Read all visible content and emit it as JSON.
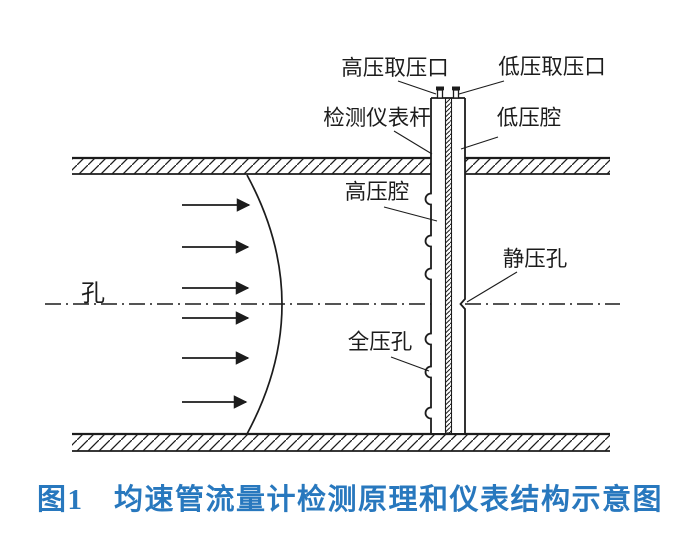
{
  "figure": {
    "caption": "图1　均速管流量计检测原理和仪表结构示意图",
    "caption_color": "#2878be",
    "ink_color": "#1c1c1c"
  },
  "labels": {
    "high_pressure_tap": "高压取压口",
    "low_pressure_tap": "低压取压口",
    "probe_rod": "检测仪表杆",
    "low_pressure_chamber": "低压腔",
    "high_pressure_chamber": "高压腔",
    "static_pressure_hole": "静压孔",
    "hole": "孔",
    "total_pressure_hole": "全压孔"
  }
}
